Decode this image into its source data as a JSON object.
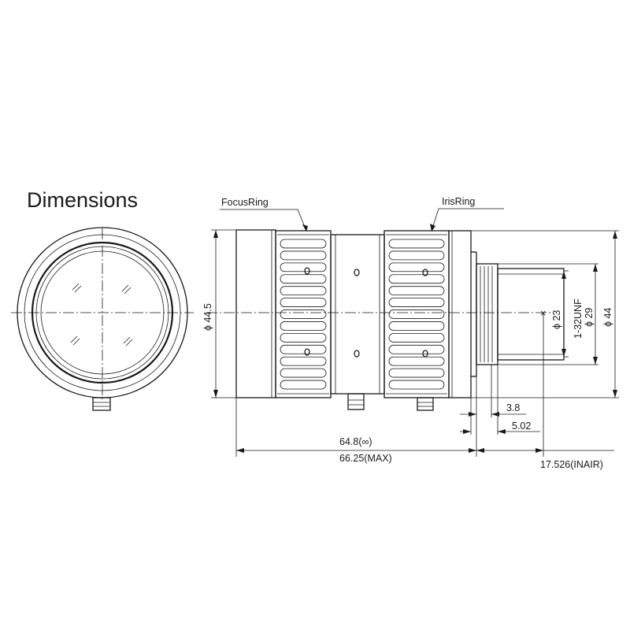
{
  "title": "Dimensions",
  "labels": {
    "focus_ring": "FocusRing",
    "iris_ring": "IrisRing"
  },
  "dimensions": {
    "body_diameter": "ϕ 44.5",
    "thread_inner_diameter": "ϕ 23",
    "mount_thread": "1-32UNF",
    "mount_diameter": "ϕ 29",
    "rear_diameter": "ϕ 44",
    "flange_depth": "3.8",
    "flange_offset": "5.02",
    "length_infinity": "64.8(∞)",
    "length_max": "66.25(MAX)",
    "back_focus": "17.526(INAIR)"
  },
  "colors": {
    "line": "#1a1a1a",
    "background": "#ffffff"
  }
}
